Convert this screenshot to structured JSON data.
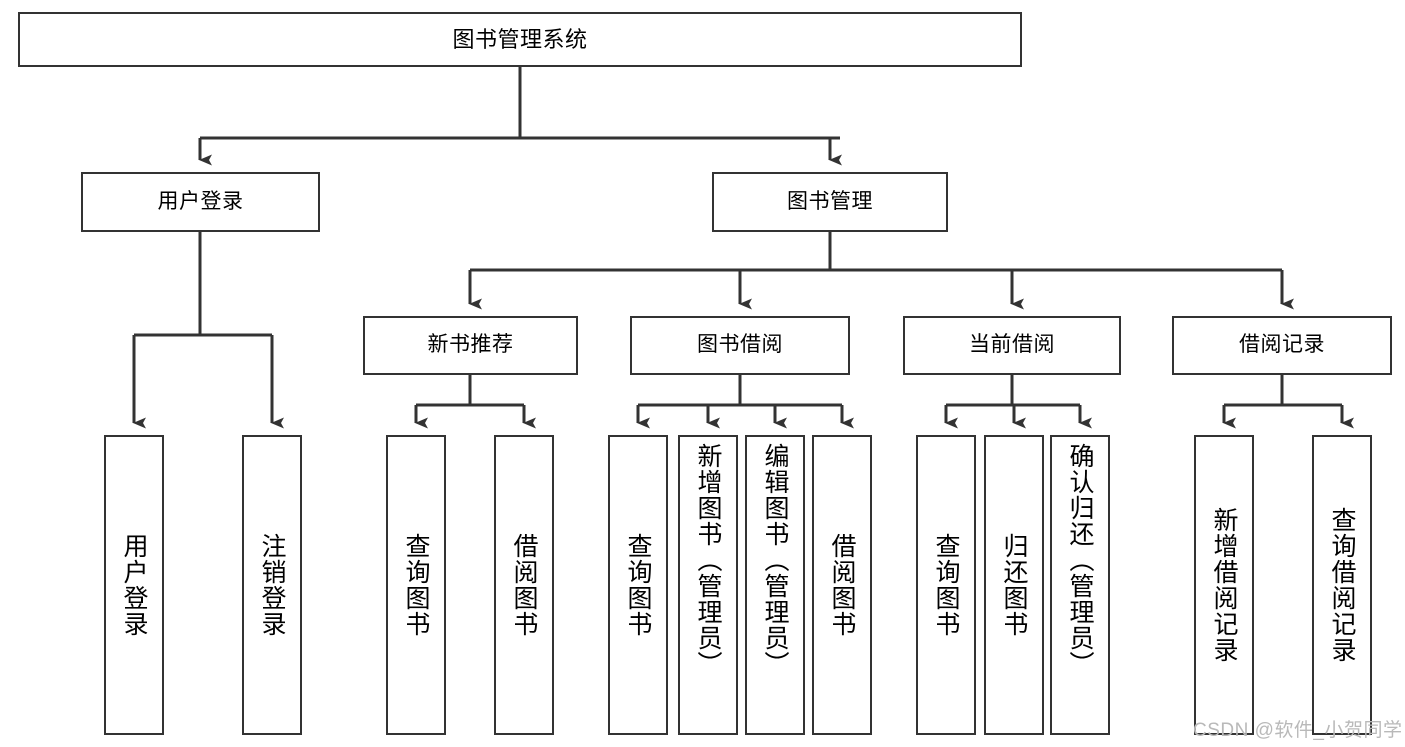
{
  "diagram": {
    "title": "图书管理系统",
    "type": "hierarchy-tree",
    "levels": 4,
    "root": {
      "label": "图书管理系统"
    },
    "level2": [
      {
        "label": "用户登录"
      },
      {
        "label": "图书管理"
      }
    ],
    "level3": [
      {
        "label": "新书推荐",
        "parent": "图书管理"
      },
      {
        "label": "图书借阅",
        "parent": "图书管理"
      },
      {
        "label": "当前借阅",
        "parent": "图书管理"
      },
      {
        "label": "借阅记录",
        "parent": "图书管理"
      }
    ],
    "leaves": {
      "user_login": [
        {
          "label": "用户登录"
        },
        {
          "label": "注销登录"
        }
      ],
      "new_book_recommend": [
        {
          "label": "查询图书"
        },
        {
          "label": "借阅图书"
        }
      ],
      "book_borrow": [
        {
          "label": "查询图书"
        },
        {
          "label": "新增图书（管理员）"
        },
        {
          "label": "编辑图书（管理员）"
        },
        {
          "label": "借阅图书"
        }
      ],
      "current_borrow": [
        {
          "label": "查询图书"
        },
        {
          "label": "归还图书"
        },
        {
          "label": "确认归还（管理员）"
        }
      ],
      "borrow_record": [
        {
          "label": "新增借阅记录"
        },
        {
          "label": "查询借阅记录"
        }
      ]
    }
  },
  "watermark": {
    "text": "CSDN @软件_小贺同学"
  },
  "colors": {
    "border": "#333333",
    "background": "#ffffff",
    "text": "#000000",
    "watermark": "#b9b9b9"
  }
}
